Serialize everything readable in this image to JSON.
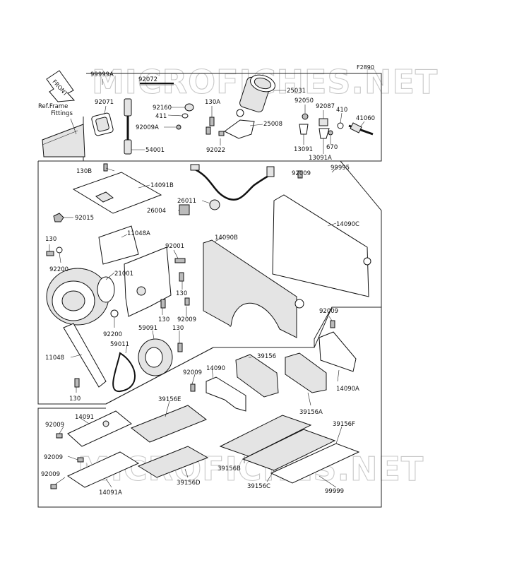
{
  "diagram": {
    "figure_code": "F2890",
    "watermark": "MICROFICHES.NET",
    "front_arrow_text": "FRONT",
    "ref_note_line1": "Ref.Frame",
    "ref_note_line2": "Fittings"
  },
  "labels": {
    "p99999a": "99999A",
    "p92072": "92072",
    "p92071": "92071",
    "p92160": "92160",
    "p411": "411",
    "p92009a": "92009A",
    "p130a": "130A",
    "p25031": "25031",
    "p25008": "25008",
    "p92022": "92022",
    "p54001": "54001",
    "p92050": "92050",
    "p92087": "92087",
    "p410": "410",
    "p41060": "41060",
    "p13091": "13091",
    "p670": "670",
    "p13091a": "13091A",
    "p130b": "130B",
    "p14091b": "14091B",
    "p26011": "26011",
    "p26004": "26004",
    "p92009_top": "92009",
    "p99995": "99995",
    "p92015": "92015",
    "p11048a": "11048A",
    "p14090b": "14090B",
    "p14090c": "14090C",
    "p130_left": "130",
    "p92001": "92001",
    "p92200_a": "92200",
    "p21001": "21001",
    "p130_mid": "130",
    "p130_c": "130",
    "p92009_c": "92009",
    "p92200_b": "92200",
    "p59091": "59091",
    "p130_d": "130",
    "p59011": "59011",
    "p92009_r": "92009",
    "p11048": "11048",
    "p39156": "39156",
    "p14090a": "14090A",
    "p92009_m": "92009",
    "p14090": "14090",
    "p130_bot": "130",
    "p39156e": "39156E",
    "p39156a": "39156A",
    "p14091": "14091",
    "p92009_b1": "92009",
    "p39156f": "39156F",
    "p92009_b2": "92009",
    "p92009_b3": "92009",
    "p39156b": "39156B",
    "p39156d": "39156D",
    "p39156c": "39156C",
    "p14091a": "14091A",
    "p99999": "99999"
  }
}
